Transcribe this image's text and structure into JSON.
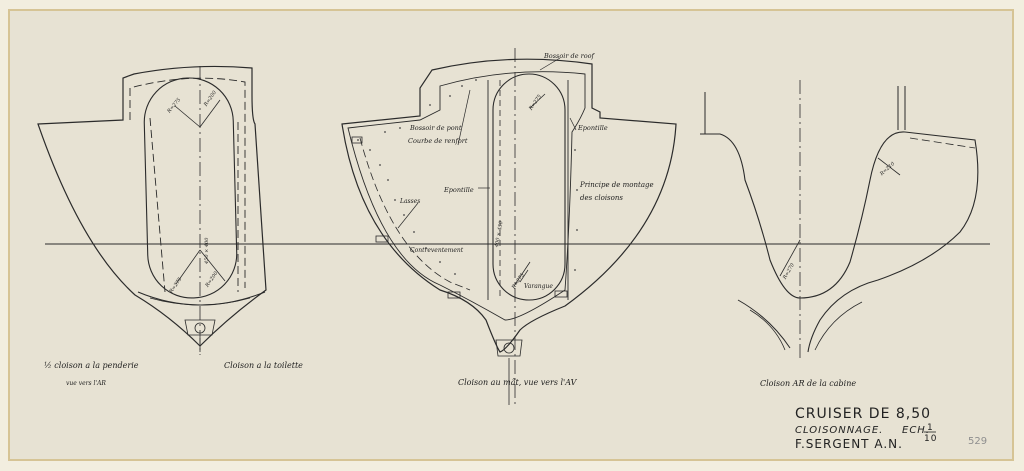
{
  "drawing": {
    "labels": {
      "sheet1_left": "½ cloison a la penderie",
      "sheet1_left_sub": "vue vers l'AR",
      "sheet1_right": "Cloison a la toilette",
      "sheet2_caption": "Cloison au mât, vue vers l'AV",
      "sheet3_caption": "Cloison AR de la cabine",
      "bossoir": "Bossoir de roof",
      "bossoir_pont": "Bossoir de pont",
      "courbe": "Courbe de renfort",
      "epontille_top": "Epontille",
      "epontille_mid": "Epontille",
      "principe": "Principe de montage",
      "principe2": "des cloisons",
      "lasses": "Lasses",
      "contreventement": "Contreventement",
      "varangue": "Varangue",
      "r_left_top1": "R=275",
      "r_left_top2": "R=200",
      "r_left_bot1": "R=275",
      "r_left_bot2": "R=200",
      "r_center_top": "R=275",
      "r_center_bot": "R=275",
      "r_center_mid": "400 × 450",
      "r_left_mid": "450 × 400",
      "r_right_top": "R=210",
      "r_right_mid": "R=270"
    },
    "title_block": {
      "title": "CRUISER DE 8,50",
      "subtitle": "CLOISONNAGE.",
      "scale_label": "ECH.",
      "scale_num": "1",
      "scale_den": "10",
      "author": "F.SERGENT A.N.",
      "stamp": "529"
    }
  }
}
